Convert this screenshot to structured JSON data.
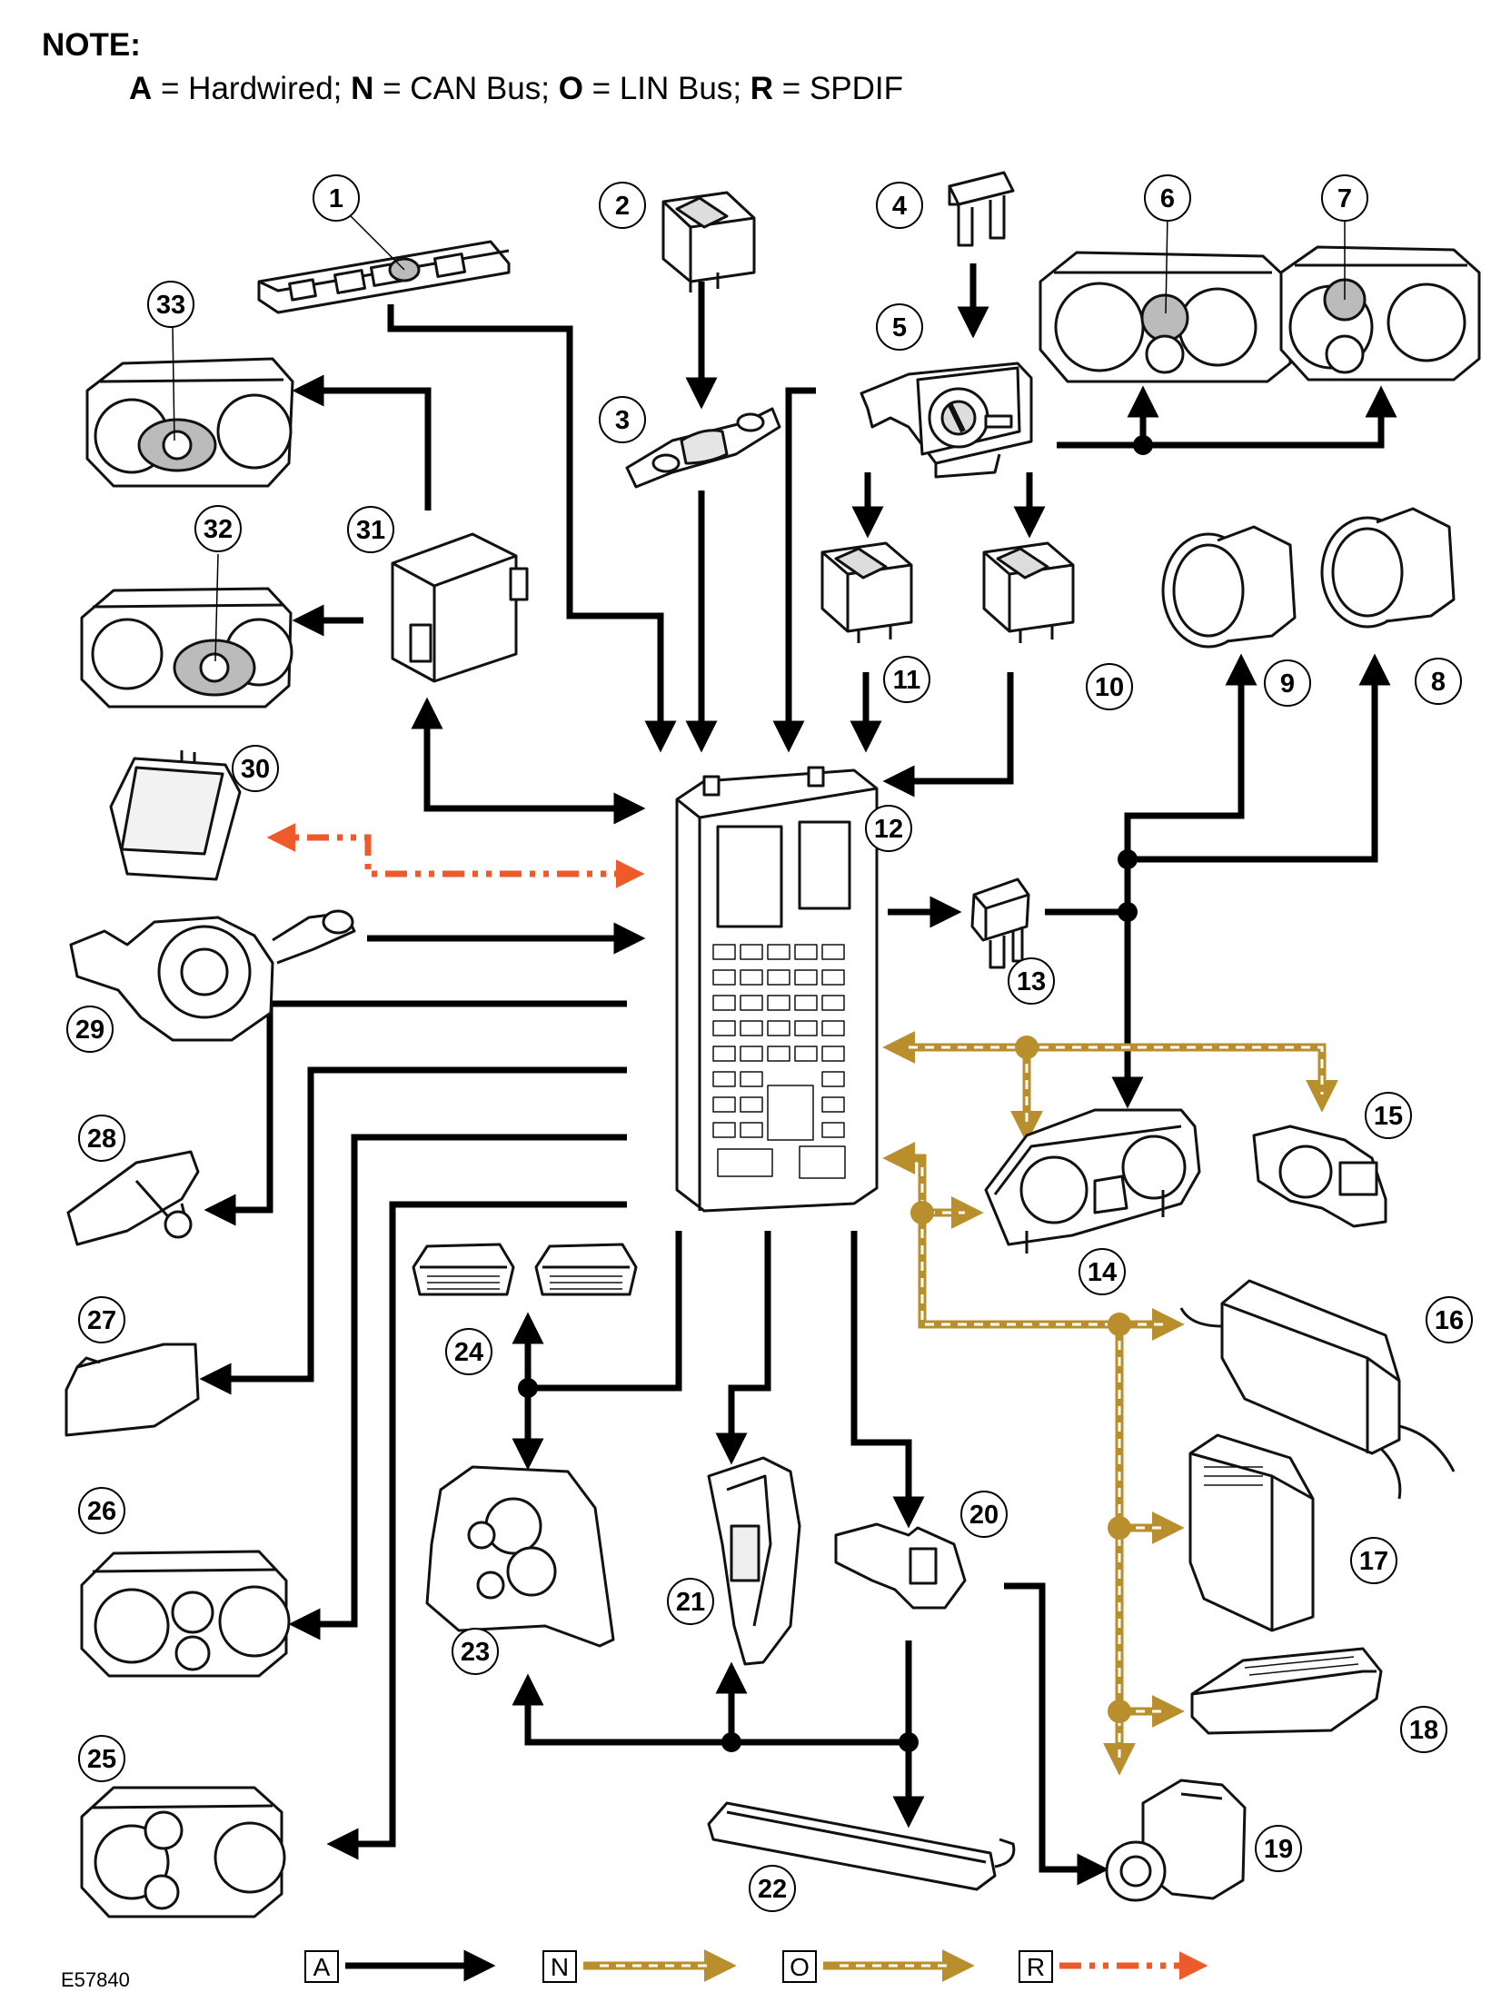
{
  "note": {
    "heading": "NOTE:",
    "legend": [
      {
        "code": "A",
        "meaning": "Hardwired"
      },
      {
        "code": "N",
        "meaning": "CAN Bus"
      },
      {
        "code": "O",
        "meaning": "LIN Bus"
      },
      {
        "code": "R",
        "meaning": "SPDIF"
      }
    ],
    "eq": " = ",
    "sep": "; "
  },
  "labels": [
    "1",
    "2",
    "3",
    "4",
    "5",
    "6",
    "7",
    "8",
    "9",
    "10",
    "11",
    "12",
    "13",
    "14",
    "15",
    "16",
    "17",
    "18",
    "19",
    "20",
    "21",
    "22",
    "23",
    "24",
    "25",
    "26",
    "27",
    "28",
    "29",
    "30",
    "31",
    "32",
    "33"
  ],
  "figure_code": "E57840",
  "bottom_legend": [
    "A",
    "N",
    "O",
    "R"
  ],
  "colors": {
    "hardwired": "#000000",
    "can": "#b98e2c",
    "lin": "#b98e2c",
    "spdif": "#ee5a2a"
  }
}
